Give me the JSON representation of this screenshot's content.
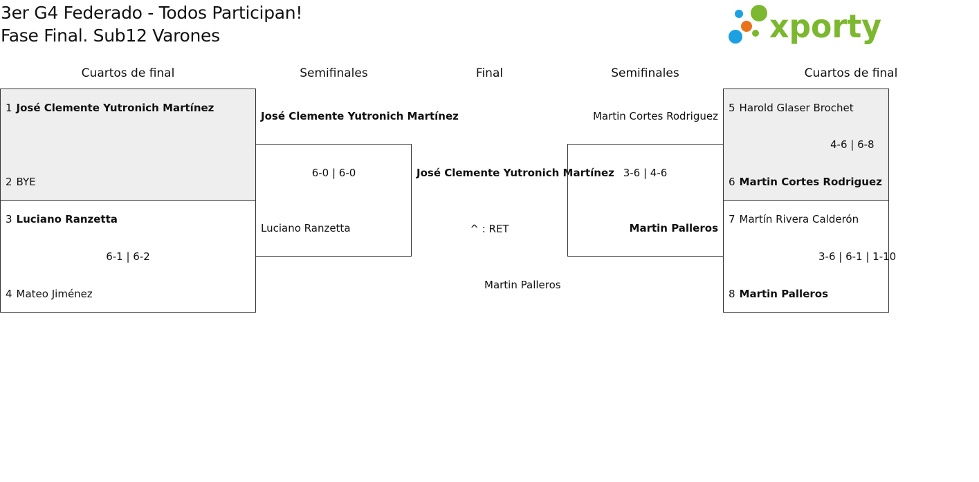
{
  "header": {
    "title_line1": "3er G4 Federado - Todos Participan!",
    "title_line2": "Fase Final. Sub12 Varones"
  },
  "logo": {
    "text": "xporty",
    "colors": {
      "green": "#7cb82f",
      "blue": "#1ba1e2",
      "orange": "#e8731c"
    }
  },
  "rounds": {
    "left_quarters": "Cuartos de final",
    "left_semis": "Semifinales",
    "final": "Final",
    "right_semis": "Semifinales",
    "right_quarters": "Cuartos de final"
  },
  "left_quarters": {
    "match1": {
      "p1_seed": "1",
      "p1_name": "José Clemente Yutronich Martínez",
      "p2_seed": "2",
      "p2_name": "BYE",
      "score": ""
    },
    "match2": {
      "p1_seed": "3",
      "p1_name": "Luciano Ranzetta",
      "p2_seed": "4",
      "p2_name": "Mateo Jiménez",
      "score": "6-1 | 6-2"
    }
  },
  "left_semis": {
    "p1_name": "José Clemente Yutronich Martínez",
    "p2_name": "Luciano Ranzetta",
    "score": "6-0 | 6-0"
  },
  "final": {
    "p1_name": "José Clemente Yutronich Martínez",
    "score": "^ : RET",
    "p2_name": "Martin Palleros"
  },
  "right_semis": {
    "p1_name": "Martin Cortes Rodriguez",
    "p2_name": "Martin Palleros",
    "score": "3-6 | 4-6"
  },
  "right_quarters": {
    "match1": {
      "p1_seed": "5",
      "p1_name": "Harold Glaser Brochet",
      "p2_seed": "6",
      "p2_name": "Martin Cortes Rodriguez",
      "score": "4-6 | 6-8"
    },
    "match2": {
      "p1_seed": "7",
      "p1_name": "Martín Rivera Calderón",
      "p2_seed": "8",
      "p2_name": "Martin Palleros",
      "score": "3-6 | 6-1 | 1-10"
    }
  }
}
